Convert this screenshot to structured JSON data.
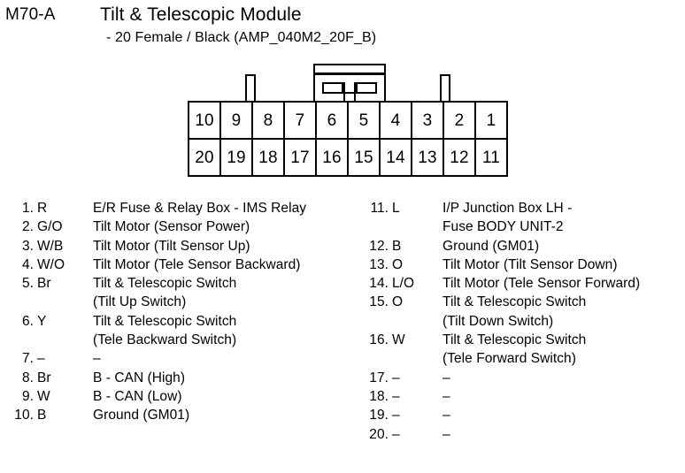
{
  "header": {
    "module_code": "M70-A",
    "title": "Tilt & Telescopic Module",
    "subtitle": "- 20 Female / Black (AMP_040M2_20F_B)"
  },
  "connector": {
    "type": "20-pin female connector",
    "color": "Black",
    "part_number": "AMP_040M2_20F_B",
    "row_top": [
      "10",
      "9",
      "8",
      "7",
      "6",
      "5",
      "4",
      "3",
      "2",
      "1"
    ],
    "row_bottom": [
      "20",
      "19",
      "18",
      "17",
      "16",
      "15",
      "14",
      "13",
      "12",
      "11"
    ]
  },
  "legend": {
    "left": [
      {
        "num": "1.",
        "color": "R",
        "lines": [
          "E/R Fuse & Relay Box - IMS Relay"
        ]
      },
      {
        "num": "2.",
        "color": "G/O",
        "lines": [
          "Tilt Motor (Sensor Power)"
        ]
      },
      {
        "num": "3.",
        "color": "W/B",
        "lines": [
          "Tilt Motor (Tilt Sensor Up)"
        ]
      },
      {
        "num": "4.",
        "color": "W/O",
        "lines": [
          "Tilt Motor (Tele Sensor Backward)"
        ]
      },
      {
        "num": "5.",
        "color": "Br",
        "lines": [
          "Tilt & Telescopic Switch",
          "(Tilt Up Switch)"
        ]
      },
      {
        "num": "6.",
        "color": "Y",
        "lines": [
          "Tilt & Telescopic Switch",
          "(Tele Backward Switch)"
        ]
      },
      {
        "num": "7.",
        "color": "–",
        "lines": [
          "–"
        ]
      },
      {
        "num": "8.",
        "color": "Br",
        "lines": [
          "B - CAN (High)"
        ]
      },
      {
        "num": "9.",
        "color": "W",
        "lines": [
          "B - CAN (Low)"
        ]
      },
      {
        "num": "10.",
        "color": "B",
        "lines": [
          "Ground (GM01)"
        ]
      }
    ],
    "right": [
      {
        "num": "11.",
        "color": "L",
        "lines": [
          "I/P Junction Box LH -",
          "Fuse BODY UNIT-2"
        ]
      },
      {
        "num": "12.",
        "color": "B",
        "lines": [
          "Ground (GM01)"
        ]
      },
      {
        "num": "13.",
        "color": "O",
        "lines": [
          "Tilt Motor (Tilt Sensor Down)"
        ]
      },
      {
        "num": "14.",
        "color": "L/O",
        "lines": [
          "Tilt Motor (Tele Sensor Forward)"
        ]
      },
      {
        "num": "15.",
        "color": "O",
        "lines": [
          "Tilt & Telescopic Switch",
          "(Tilt Down Switch)"
        ]
      },
      {
        "num": "16.",
        "color": "W",
        "lines": [
          "Tilt & Telescopic Switch",
          "(Tele Forward Switch)"
        ]
      },
      {
        "num": "17.",
        "color": "–",
        "lines": [
          "–"
        ]
      },
      {
        "num": "18.",
        "color": "–",
        "lines": [
          "–"
        ]
      },
      {
        "num": "19.",
        "color": "–",
        "lines": [
          "–"
        ]
      },
      {
        "num": "20.",
        "color": "–",
        "lines": [
          "–"
        ]
      }
    ]
  }
}
